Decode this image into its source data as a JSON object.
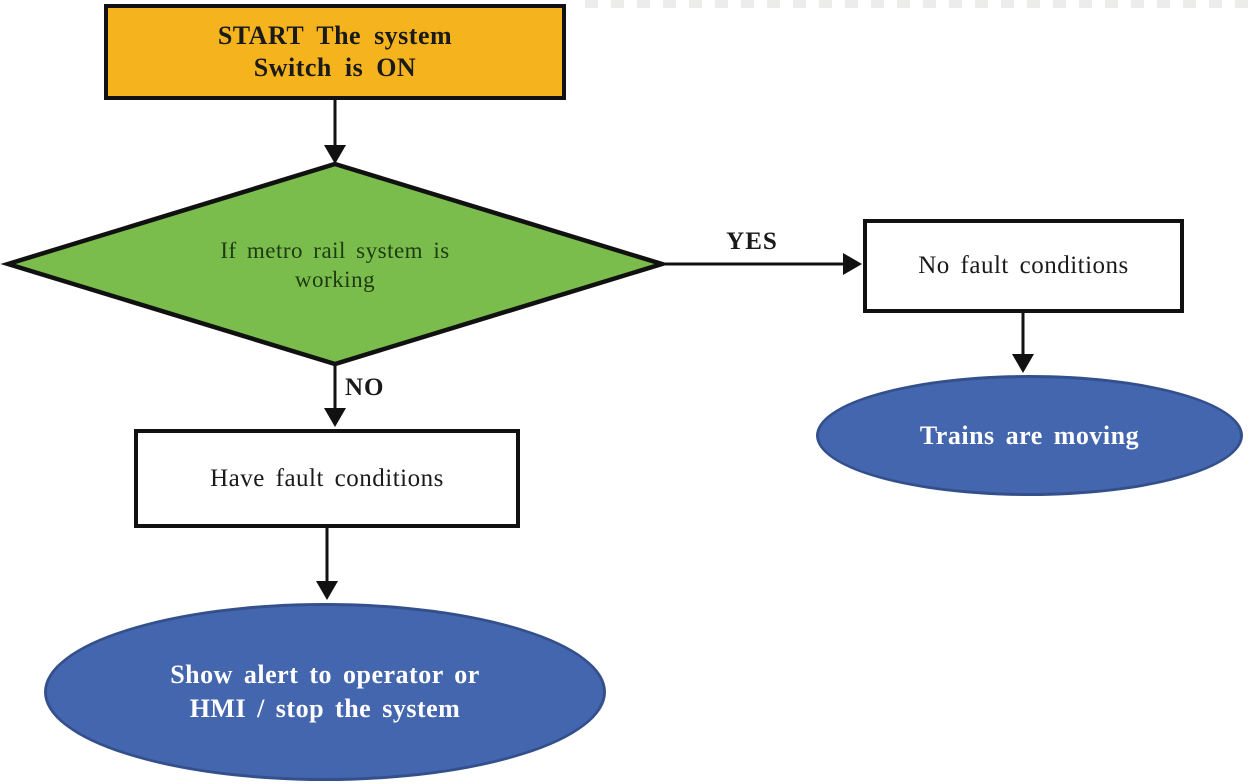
{
  "figure": {
    "type": "flowchart",
    "background": "#ffffff"
  },
  "flowchart": {
    "nodes": {
      "start": {
        "shape": "rectangle",
        "fill": "#f5b41d",
        "label": "START The system\nSwitch is ON"
      },
      "decision": {
        "shape": "diamond",
        "fill": "#7bbd4c",
        "label": "If metro rail system is\nworking"
      },
      "no_fault": {
        "shape": "rectangle",
        "fill": "#ffffff",
        "label": "No fault conditions"
      },
      "trains_moving": {
        "shape": "ellipse",
        "fill": "#4466ae",
        "label": "Trains are moving"
      },
      "have_fault": {
        "shape": "rectangle",
        "fill": "#ffffff",
        "label": "Have fault conditions"
      },
      "show_alert": {
        "shape": "ellipse",
        "fill": "#4466ae",
        "label": "Show alert to operator or\nHMI / stop the system"
      }
    },
    "edges": {
      "yes_label": "YES",
      "no_label": "NO"
    },
    "colors": {
      "stroke": "#111111",
      "node_text": "#1a1a1a",
      "decision_text": "#1e3a12",
      "terminal_text": "#ffffff",
      "terminal_border": "#33508c"
    }
  }
}
